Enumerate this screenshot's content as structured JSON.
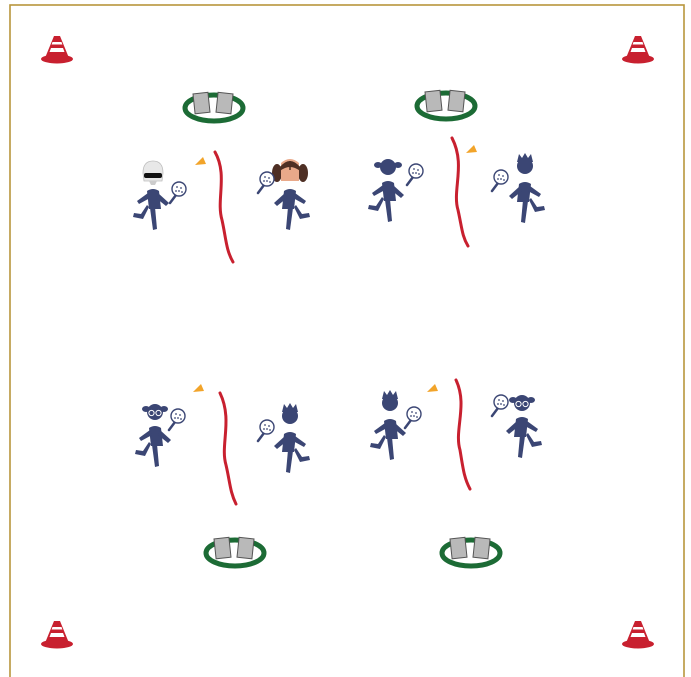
{
  "diagram": {
    "field": {
      "border_color": "#b8963c",
      "background": "#ffffff"
    },
    "colors": {
      "player": "#3b4674",
      "cone": "#c8202f",
      "cone_stripe": "#ffffff",
      "net_line": "#c8202f",
      "hoop": "#1c6b35",
      "mat": "#b9b9b9",
      "mat_edge": "#555555",
      "shuttle": "#f2a42a",
      "paddle": "#ffffff"
    },
    "corner_cones": [
      {
        "name": "cone-top-left"
      },
      {
        "name": "cone-top-right"
      },
      {
        "name": "cone-bottom-left"
      },
      {
        "name": "cone-bottom-right"
      }
    ],
    "stations": [
      {
        "name": "station-top-left",
        "left_player": "trooper-helmet",
        "right_player": "princess-buns"
      },
      {
        "name": "station-top-right",
        "left_player": "girl-pigtails",
        "right_player": "boy-spiky"
      },
      {
        "name": "station-bottom-left",
        "left_player": "girl-glasses",
        "right_player": "boy-spiky"
      },
      {
        "name": "station-bottom-right",
        "left_player": "boy-spiky",
        "right_player": "girl-glasses"
      }
    ]
  }
}
